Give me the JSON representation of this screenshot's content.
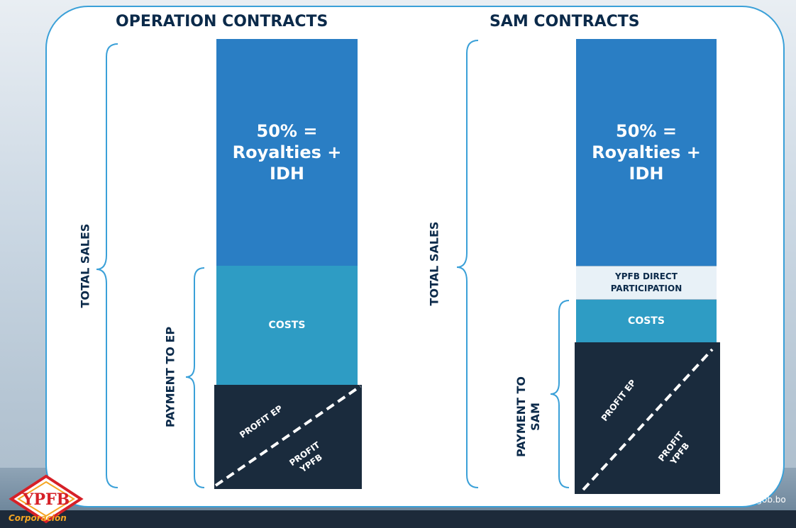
{
  "left": {
    "title": "OPERATION CONTRACTS",
    "total_label": "TOTAL SALES",
    "payment_label": "PAYMENT TO EP",
    "main_line1": "50% =",
    "main_line2": "Royalties + IDH",
    "costs": "COSTS",
    "profit_a": "PROFIT EP",
    "profit_b_line1": "PROFIT",
    "profit_b_line2": "YPFB"
  },
  "right": {
    "title": "SAM CONTRACTS",
    "total_label": "TOTAL SALES",
    "payment_line1": "PAYMENT TO",
    "payment_line2": "SAM",
    "main_line1": "50% =",
    "main_line2": "Royalties + IDH",
    "direct_line1": "YPFB DIRECT",
    "direct_line2": "PARTICIPATION",
    "costs": "COSTS",
    "profit_a": "PROFIT EP",
    "profit_b_line1": "PROFIT",
    "profit_b_line2": "YPFB"
  },
  "footer": {
    "logo_text": "YPFB",
    "corporation": "Corporación",
    "url": "ypfb.gob.bo"
  },
  "colors": {
    "main_segment": "#2a7ec4",
    "costs_segment": "#2e9cc4",
    "profit_segment": "#1a2b3d",
    "direct_segment": "#e8f1f7",
    "brace": "#3aa0d8",
    "title": "#0b2a4a"
  }
}
